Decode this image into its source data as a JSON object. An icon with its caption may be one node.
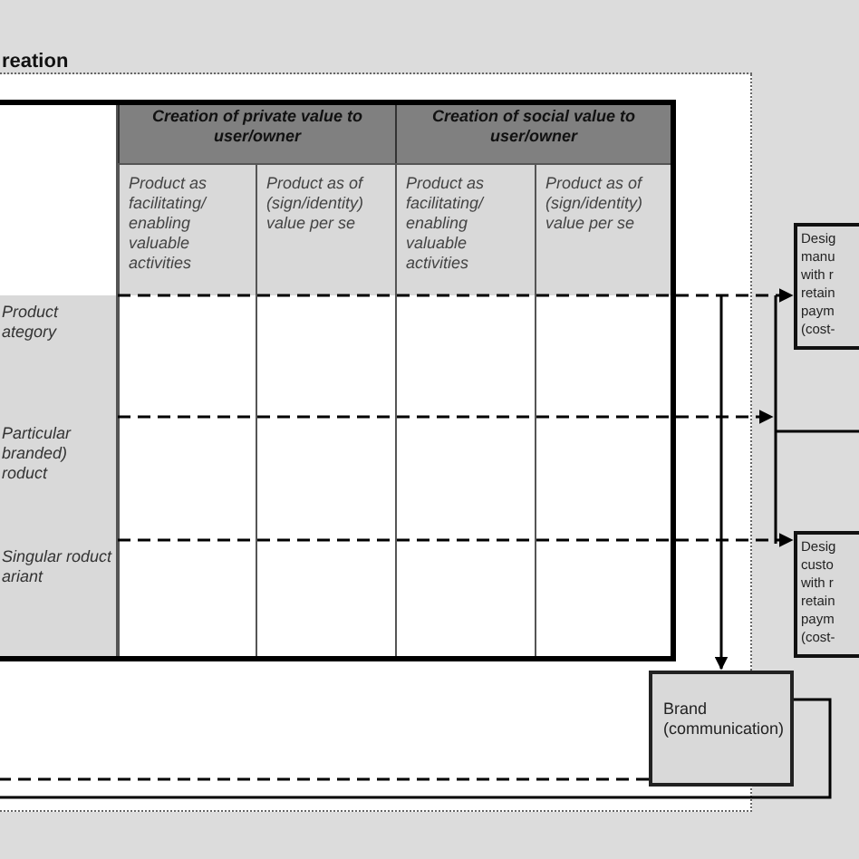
{
  "diagram": {
    "nodes": [
      {
        "text": [
          "reation"
        ]
      },
      {
        "text": [
          "Creation of private value to user/owner"
        ],
        "in": 0
      },
      {
        "text": [
          "Creation of social value to user/owner"
        ],
        "in": 0
      },
      {
        "text": [
          "Product as facilitating/ enabling valuable activities"
        ],
        "in": 0
      },
      {
        "text": [
          "Product as of (sign/identity) value per se"
        ],
        "in": 0
      },
      {
        "text": [
          "Product as facilitating/ enabling valuable activities"
        ],
        "in": 0
      },
      {
        "text": [
          "Product as of (sign/identity) value per se"
        ],
        "in": 0
      },
      {
        "text": [
          "Product ategory"
        ],
        "in": 0
      },
      {
        "text": [
          "Particular branded) roduct"
        ],
        "in": 0
      },
      {
        "text": [
          "Singular roduct ariant"
        ],
        "in": 0
      },
      {
        "text": [
          "Desig manu with r retain paym (cost-"
        ]
      },
      {
        "text": [
          "Desig custo with r retain paym (cost-"
        ]
      },
      {
        "text": [
          "Brand (communication)"
        ]
      }
    ],
    "edges": [
      {
        "from": 7,
        "to": 10,
        "arrow": "to",
        "style": "dashed"
      },
      {
        "from": 8,
        "to": null,
        "arrow": "to",
        "style": "dashed"
      },
      {
        "from": 9,
        "to": 11,
        "arrow": "to",
        "style": "dashed"
      },
      {
        "from": null,
        "to": 12,
        "arrow": "to"
      },
      {
        "from": 12,
        "to": 0,
        "arrow": "none"
      },
      {
        "from": 12,
        "to": 0,
        "arrow": "none",
        "style": "dashed"
      }
    ]
  }
}
